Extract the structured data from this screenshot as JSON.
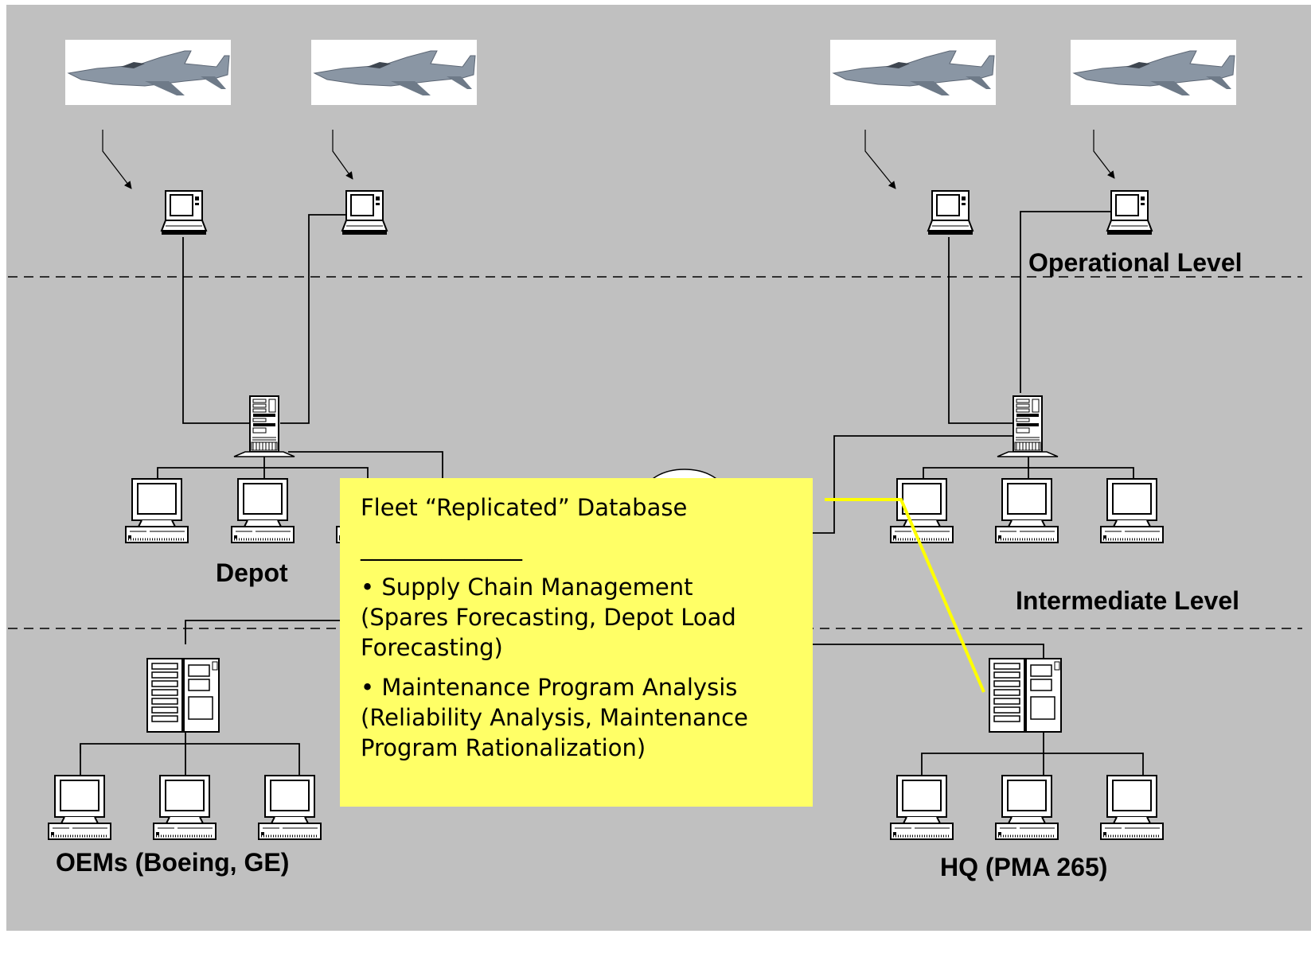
{
  "aircraft": [
    {
      "name": "aircraft-1"
    },
    {
      "name": "aircraft-2"
    },
    {
      "name": "aircraft-3"
    },
    {
      "name": "aircraft-4"
    }
  ],
  "labels": {
    "operational_level": "Operational Level",
    "intermediate_level": "Intermediate Level",
    "depot": "Depot",
    "oems": "OEMs (Boeing, GE)",
    "hq": "HQ (PMA 265)"
  },
  "callout": {
    "title": "Fleet “Replicated” Database",
    "separator": "______________",
    "bullet1_line1": "• Supply Chain Management",
    "bullet1_line2": "(Spares Forecasting, Depot Load",
    "bullet1_line3": "Forecasting)",
    "bullet2_line1": "• Maintenance Program Analysis",
    "bullet2_line2": "(Reliability Analysis, Maintenance",
    "bullet2_line3": "Program  Rationalization)"
  },
  "colors": {
    "background": "#c0c0c0",
    "callout": "#ffff66",
    "connector": "#ffff00",
    "line": "#000000"
  }
}
